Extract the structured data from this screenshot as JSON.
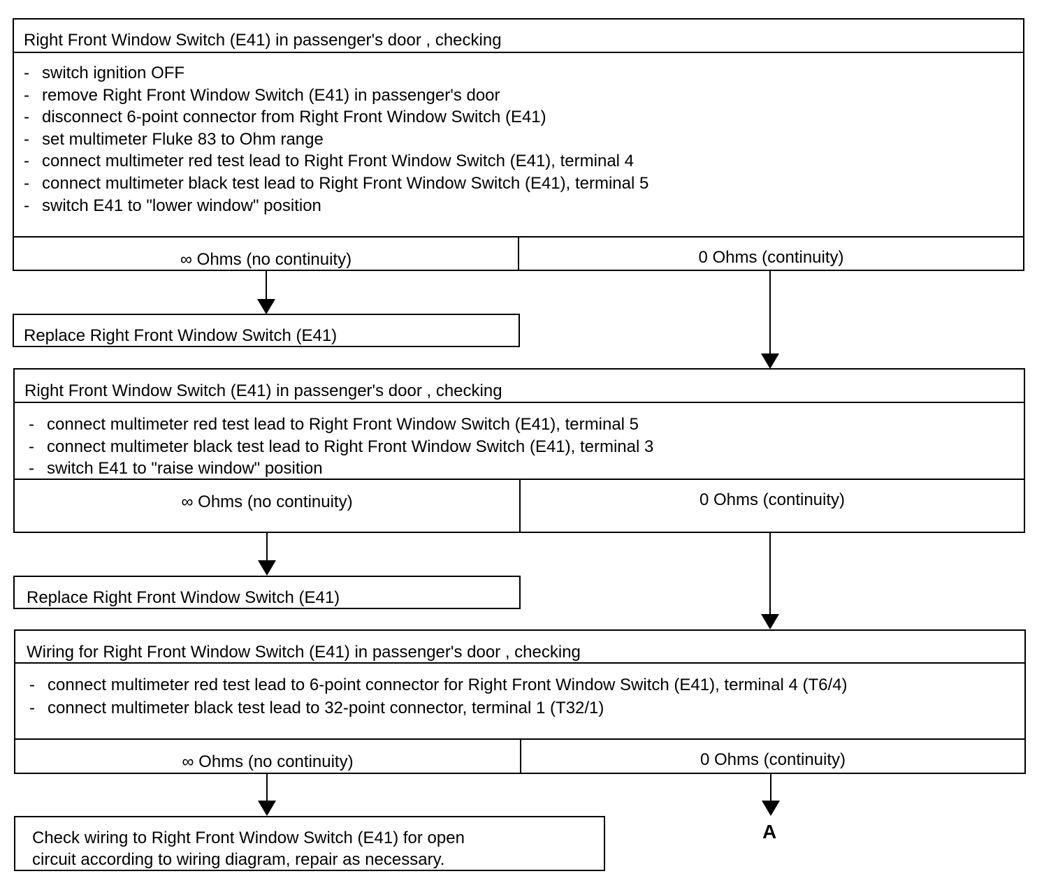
{
  "blocks": [
    {
      "title": "Right Front Window Switch (E41) in passenger's door , checking",
      "steps": [
        "switch ignition OFF",
        "remove Right Front Window Switch (E41) in passenger's door",
        "disconnect 6-point connector from Right Front Window Switch (E41)",
        "set multimeter Fluke 83 to Ohm range",
        "connect multimeter red test lead to Right Front Window Switch (E41), terminal 4",
        "connect multimeter black test lead to Right Front Window Switch (E41), terminal 5",
        "switch E41 to \"lower window\" position"
      ],
      "outcome_no_continuity": "∞ Ohms  (no continuity)",
      "outcome_continuity": "0 Ohms  (continuity)",
      "action": "Replace Right Front Window Switch (E41)"
    },
    {
      "title": "Right Front Window Switch (E41) in passenger's door , checking",
      "steps": [
        "connect multimeter red test lead to Right Front Window Switch (E41), terminal 5",
        "connect multimeter black test lead to Right Front Window Switch (E41), terminal 3",
        "switch E41 to \"raise window\" position"
      ],
      "outcome_no_continuity": "∞ Ohms  (no continuity)",
      "outcome_continuity": "0 Ohms  (continuity)",
      "action": "Replace Right Front Window Switch (E41)"
    },
    {
      "title": "Wiring for Right Front Window Switch (E41) in passenger's door , checking",
      "steps": [
        "connect multimeter red test lead to 6-point connector for Right Front Window Switch (E41), terminal 4 (T6/4)",
        "connect multimeter black test lead to 32-point connector, terminal 1 (T32/1)"
      ],
      "outcome_no_continuity": "∞ Ohms  (no continuity)",
      "outcome_continuity": "0 Ohms  (continuity)",
      "action": "Check wiring to Right Front Window Switch  (E41) for open\ncircuit according to wiring  diagram,  repair as necessary."
    }
  ],
  "connector": "A",
  "colors": {
    "line": "#000000",
    "background": "#ffffff"
  }
}
